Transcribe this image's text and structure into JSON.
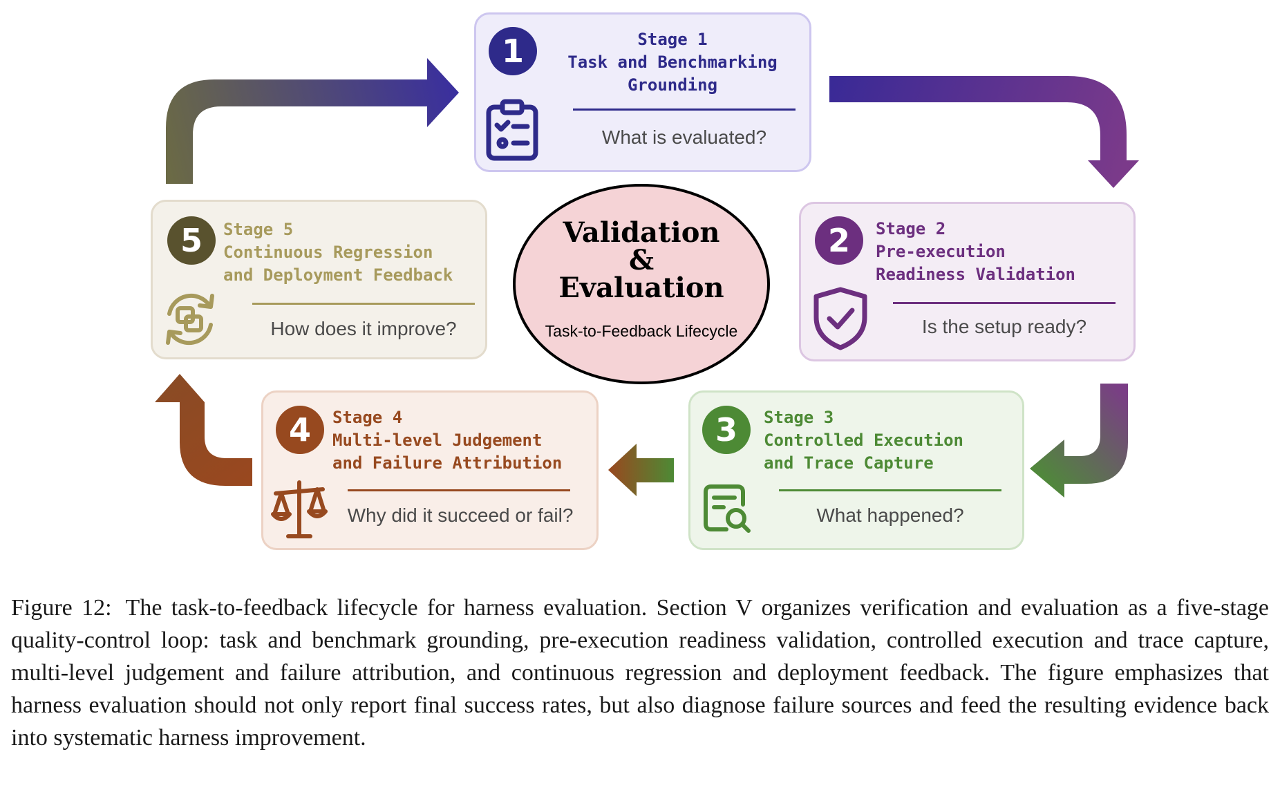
{
  "diagram": {
    "center": {
      "title_line1": "Validation",
      "title_line2": "&",
      "title_line3": "Evaluation",
      "subtitle": "Task-to-Feedback Lifecycle"
    },
    "stages": [
      {
        "number": "1",
        "title": "Stage 1\nTask and Benchmarking\nGrounding",
        "question": "What is evaluated?",
        "icon": "clipboard-checklist-icon",
        "color": "#2e2a8a"
      },
      {
        "number": "2",
        "title": "Stage 2\nPre-execution\nReadiness Validation",
        "question": "Is the setup ready?",
        "icon": "shield-check-icon",
        "color": "#6c2f7f"
      },
      {
        "number": "3",
        "title": "Stage 3\nControlled Execution\nand Trace Capture",
        "question": "What happened?",
        "icon": "document-search-icon",
        "color": "#4d8a35"
      },
      {
        "number": "4",
        "title": "Stage 4\nMulti-level Judgement\nand Failure Attribution",
        "question": "Why did it succeed or fail?",
        "icon": "balance-scale-icon",
        "color": "#97491f"
      },
      {
        "number": "5",
        "title": "Stage 5\nContinuous Regression\nand Deployment Feedback",
        "question": "How does it improve?",
        "icon": "refresh-cycle-icon",
        "color": "#59522e"
      }
    ]
  },
  "caption": {
    "label": "Figure 12:",
    "text": "The task-to-feedback lifecycle for harness evaluation. Section V organizes verification and evaluation as a five-stage quality-control loop: task and benchmark grounding, pre-execution readiness validation, controlled execution and trace capture, multi-level judgement and failure attribution, and continuous regression and deployment feedback. The figure emphasizes that harness evaluation should not only report final success rates, but also diagnose failure sources and feed the resulting evidence back into systematic harness improvement."
  }
}
